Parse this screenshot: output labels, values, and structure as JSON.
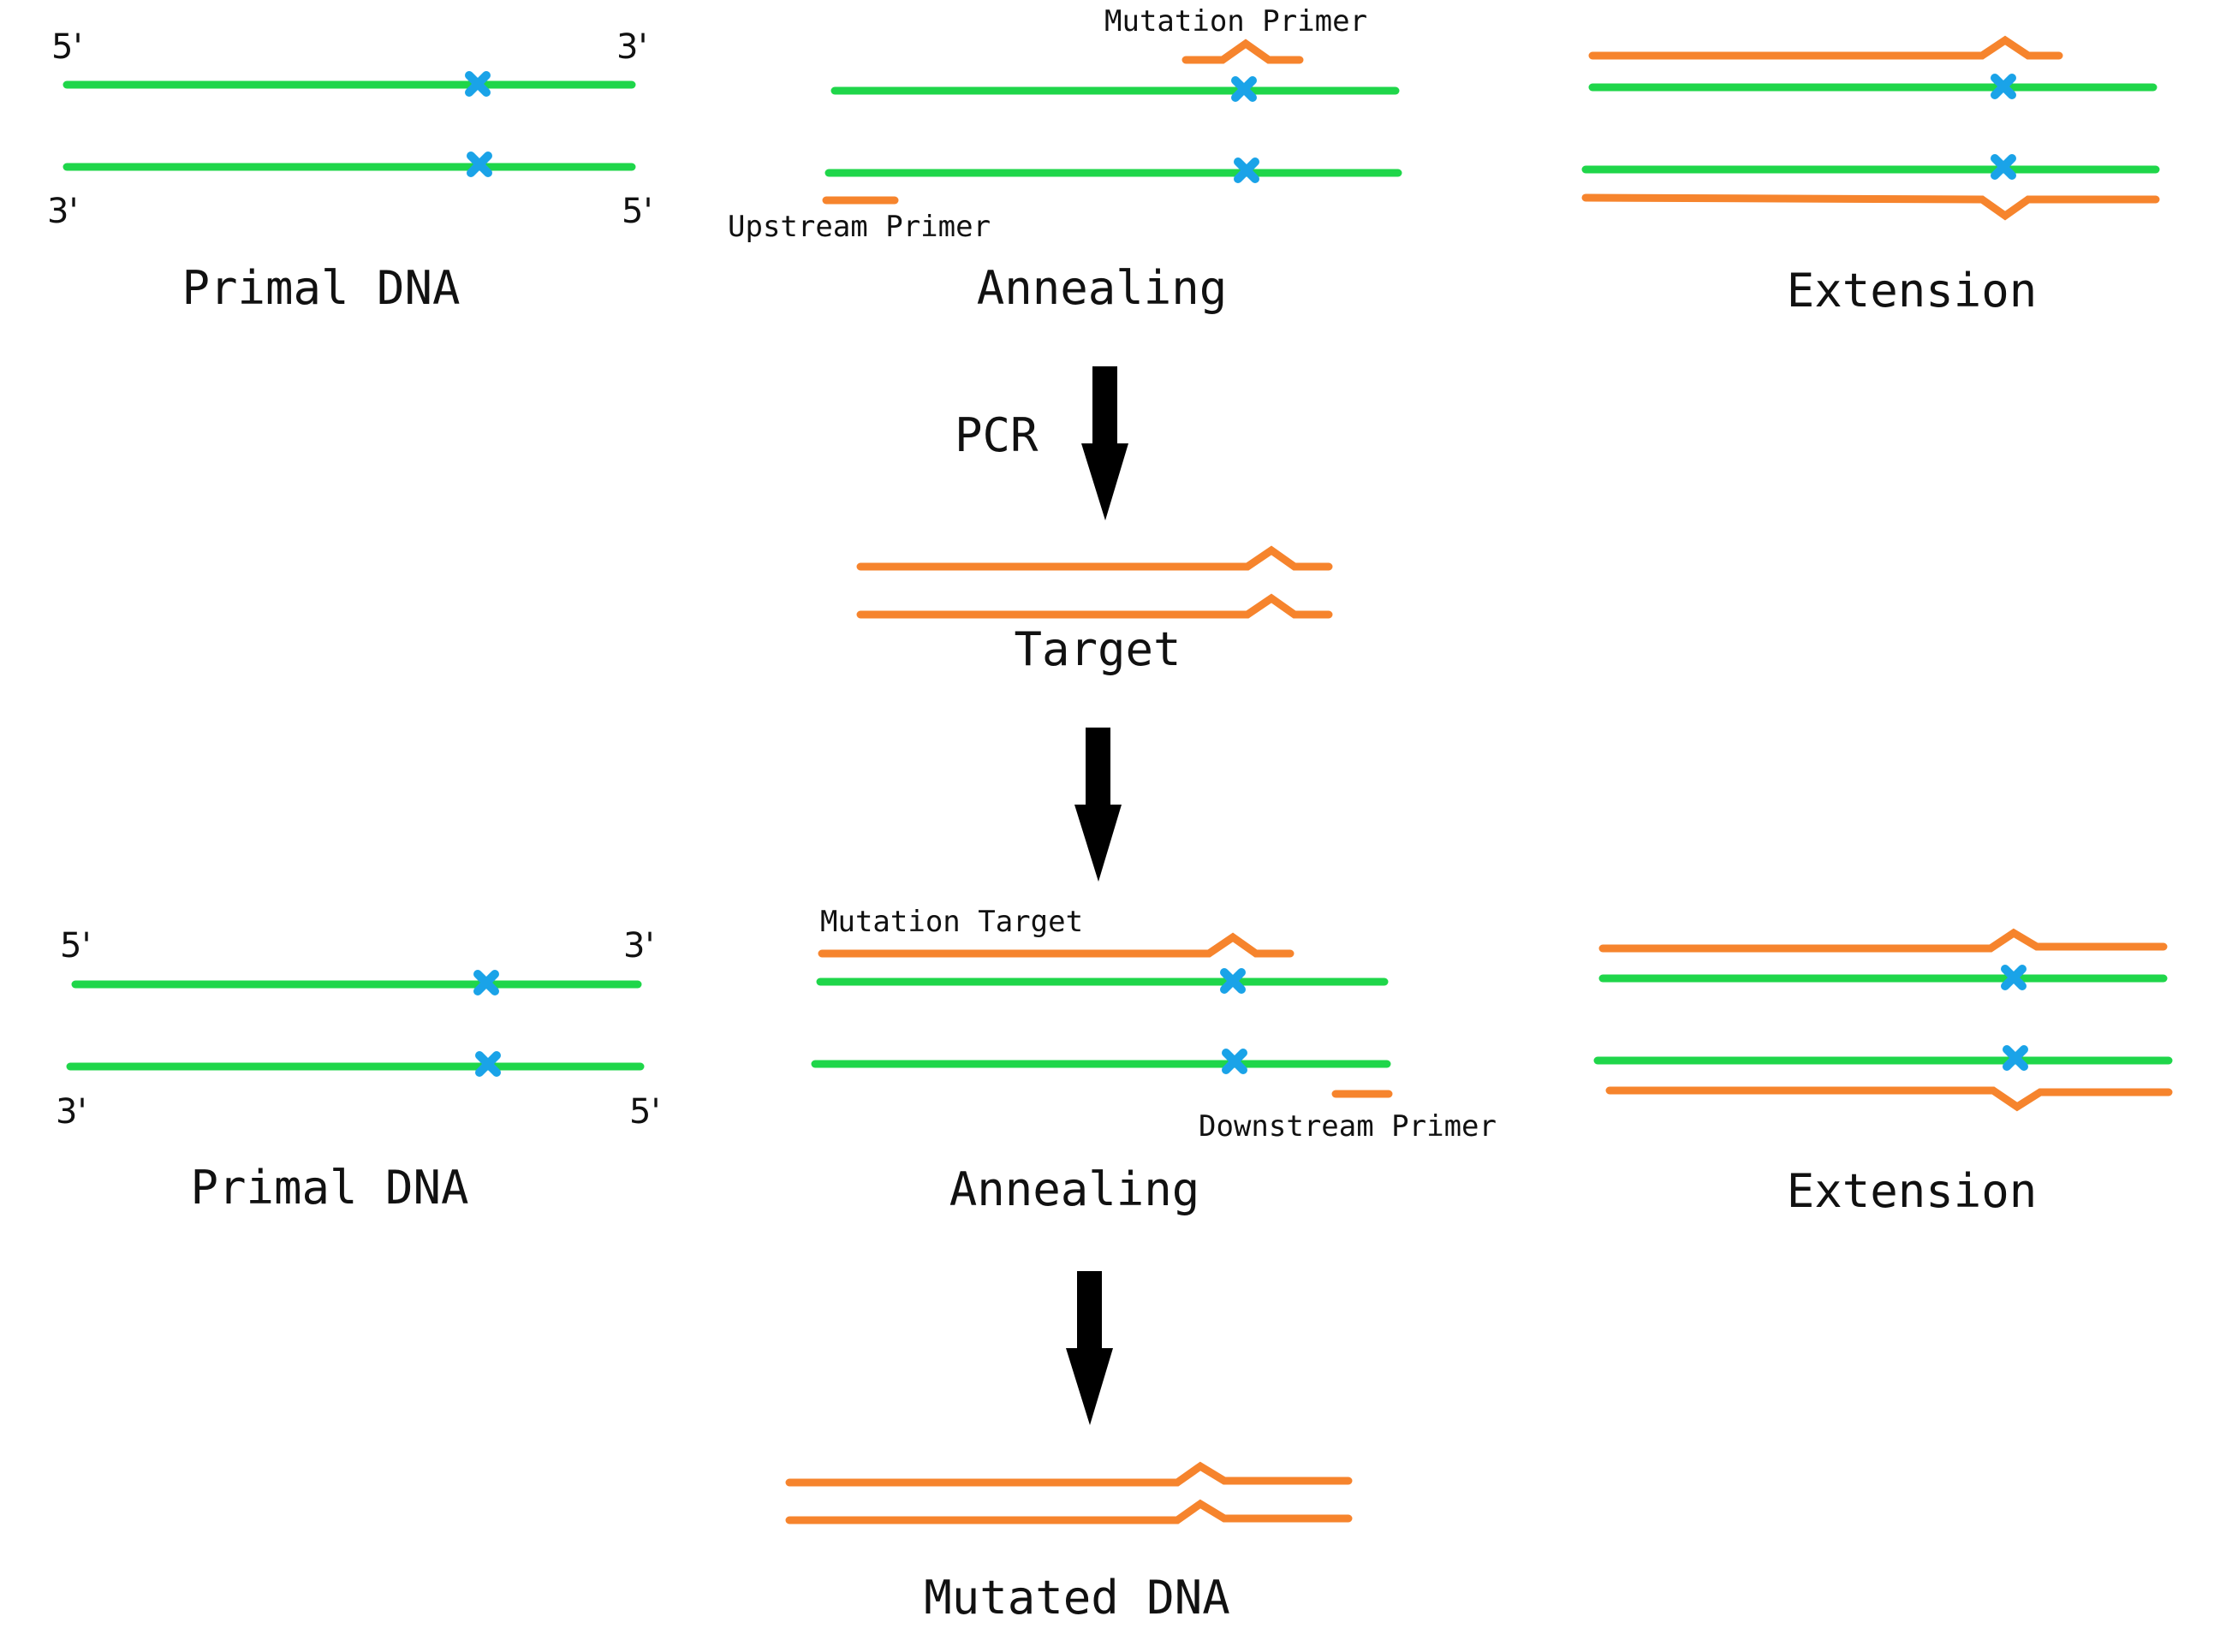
{
  "row1": {
    "primal_title": "Primal DNA",
    "annealing_title": "Annealing",
    "extension_title": "Extension",
    "mutation_primer_label": "Mutation Primer",
    "upstream_primer_label": "Upstream Primer",
    "end_labels": {
      "top_left": "5'",
      "top_right": "3'",
      "bottom_left": "3'",
      "bottom_right": "5'"
    }
  },
  "pcr_label": "PCR",
  "target_title": "Target",
  "row2": {
    "primal_title": "Primal DNA",
    "annealing_title": "Annealing",
    "extension_title": "Extension",
    "mutation_target_label": "Mutation Target",
    "downstream_primer_label": "Downstream Primer",
    "end_labels": {
      "top_left": "5'",
      "top_right": "3'",
      "bottom_left": "3'",
      "bottom_right": "5'"
    }
  },
  "final_title": "Mutated DNA",
  "colors": {
    "template_strand": "#1fd64a",
    "new_strand": "#f6842d",
    "mutation_site": "#1aa3e8",
    "arrow": "#000000"
  }
}
